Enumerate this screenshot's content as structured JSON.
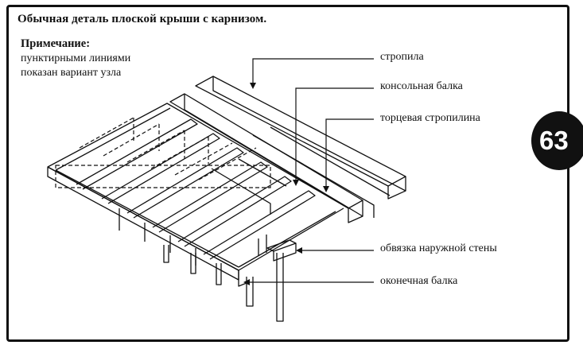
{
  "title": "Обычная деталь плоской крыши с карнизом.",
  "note": {
    "heading": "Примечание:",
    "line1": "пунктирными линиями",
    "line2": "показан вариант узла"
  },
  "labels": {
    "rafters": "стропила",
    "cantilever_beam": "консольная балка",
    "end_rafter": "торцевая стропилина",
    "top_plate": "обвязка наружной стены",
    "end_beam": "оконечная балка"
  },
  "page_badge": "63"
}
